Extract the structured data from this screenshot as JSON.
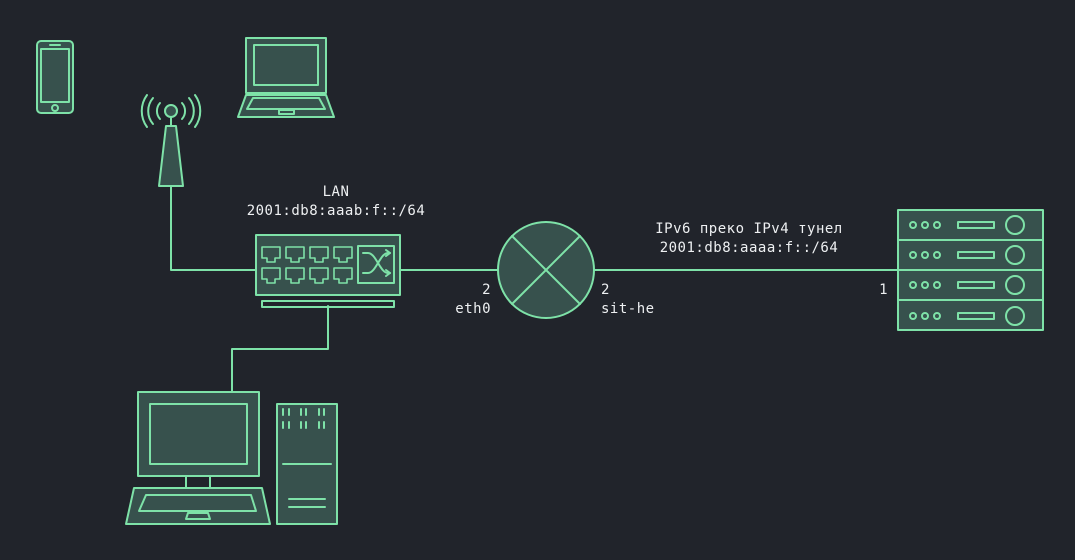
{
  "colors": {
    "background": "#21242b",
    "stroke": "#7ee2a8",
    "fill": "#37514d",
    "text": "#eef0f2"
  },
  "lan": {
    "title": "LAN",
    "prefix": "2001:db8:aaab:f::/64"
  },
  "tunnel": {
    "title": "IPv6 преко IPv4 тунел",
    "prefix": "2001:db8:aaaa:f::/64"
  },
  "router": {
    "left_port_number": "2",
    "left_port_name": "eth0",
    "right_port_number": "2",
    "right_port_name": "sit-he"
  },
  "server": {
    "port_number": "1"
  },
  "icons": [
    "smartphone-icon",
    "laptop-icon",
    "wireless-antenna-icon",
    "network-switch-icon",
    "router-icon",
    "server-rack-icon",
    "desktop-computer-icon"
  ]
}
